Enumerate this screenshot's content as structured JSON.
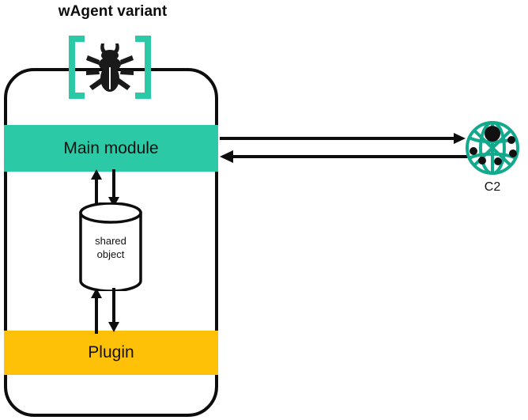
{
  "diagram": {
    "title": "wAgent variant",
    "type": "architecture-diagram"
  },
  "agent_container": {
    "name": "agent-device-outline",
    "badge": {
      "icon": "bug-icon",
      "bracket_color": "#2cc9a6",
      "bug_color": "#1a1a1a"
    },
    "bands": [
      {
        "id": "main-module",
        "label": "Main module",
        "color": "#2cc9a6"
      },
      {
        "id": "plugin",
        "label": "Plugin",
        "color": "#ffc107"
      }
    ],
    "shared_object": {
      "label_line1": "shared",
      "label_line2": "object",
      "shape": "cylinder-icon"
    }
  },
  "connections": [
    {
      "id": "main-to-shared",
      "from": "Main module",
      "to": "shared object",
      "direction": "bidirectional",
      "orientation": "vertical"
    },
    {
      "id": "plugin-to-shared",
      "from": "Plugin",
      "to": "shared object",
      "direction": "bidirectional",
      "orientation": "vertical"
    },
    {
      "id": "main-to-c2",
      "from": "Main module",
      "to": "C2",
      "direction": "bidirectional",
      "orientation": "horizontal"
    }
  ],
  "c2": {
    "label": "C2",
    "icon": "network-globe-icon",
    "icon_color": "#12a98c",
    "node_color": "#111111"
  },
  "colors": {
    "teal": "#2cc9a6",
    "amber": "#ffc107",
    "outline": "#0d0d0d",
    "background": "#ffffff"
  }
}
